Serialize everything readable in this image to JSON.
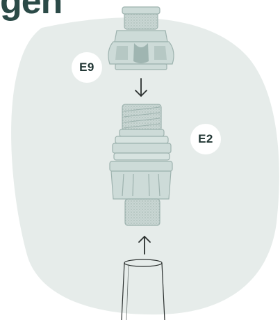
{
  "heading": {
    "text": "gen"
  },
  "parts": [
    {
      "id": "faucet-adapter",
      "label": "E9"
    },
    {
      "id": "hose-connector",
      "label": "E2"
    }
  ],
  "arrows": [
    "down",
    "up"
  ],
  "colors": {
    "background_blob": "#e6ecea",
    "part_fill": "#cddbd8",
    "part_stroke": "#9db2ae",
    "arrow": "#2a2f2e",
    "badge": "#ffffff",
    "heading": "#2b4a47"
  }
}
